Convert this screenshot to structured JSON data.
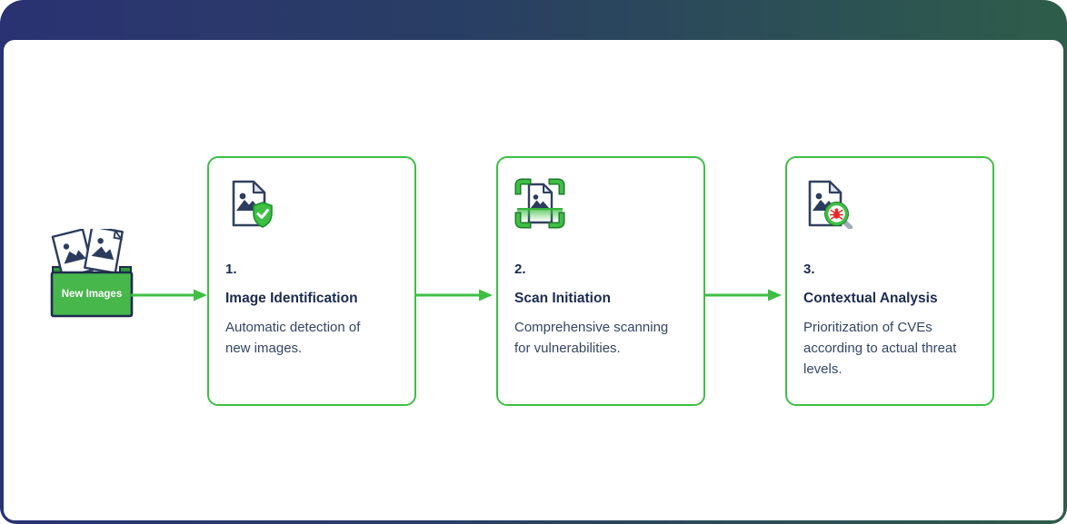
{
  "diagram": {
    "source": {
      "label": "New Images"
    },
    "steps": [
      {
        "number": "1.",
        "title": "Image Identification",
        "description": "Automatic detection of new images.",
        "icon": "image-file-shield-check-icon"
      },
      {
        "number": "2.",
        "title": "Scan Initiation",
        "description": "Comprehensive scanning for vulnerabilities.",
        "icon": "image-file-scan-frame-icon"
      },
      {
        "number": "3.",
        "title": "Contextual Analysis",
        "description": "Prioritization of CVEs according to actual threat levels.",
        "icon": "image-file-bug-magnifier-icon"
      }
    ]
  },
  "colors": {
    "accent_green": "#3ebf44",
    "box_green": "#47b64b",
    "navy_text": "#1d2b50",
    "body_text": "#344663",
    "icon_outline": "#31415f",
    "bug_red": "#e92525",
    "background_gradient_left": "#2a3273",
    "background_gradient_right": "#2e5d4a",
    "panel_background": "#ffffff"
  }
}
